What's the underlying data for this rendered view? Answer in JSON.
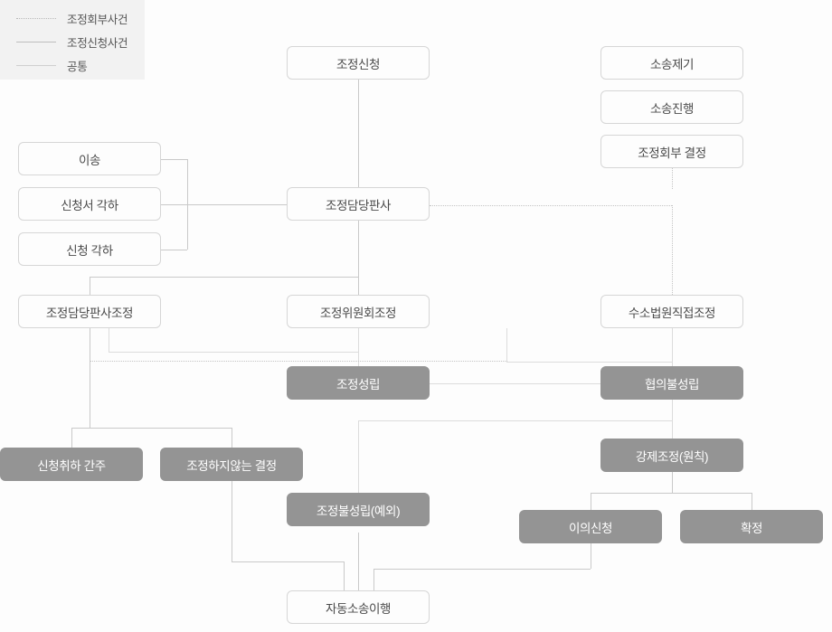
{
  "legend": {
    "items": [
      {
        "label": "조정회부사건",
        "style": "dotted"
      },
      {
        "label": "조정신청사건",
        "style": "solid"
      },
      {
        "label": "공통",
        "style": "common"
      }
    ]
  },
  "colors": {
    "box_fill_white": "#fdfdfd",
    "box_border": "#d6d6d6",
    "box_fill_gray": "#949494",
    "text_dark": "#4a4a4a",
    "text_light": "#ffffff",
    "line": "#c9c9c9",
    "legend_bg": "#f2f2f2"
  },
  "nodes": {
    "jojeong_sincheong": "조정신청",
    "sosong_jegi": "소송제기",
    "sosong_jinhaeng": "소송진행",
    "jojeong_hoebu_gyeoljeong": "조정회부 결정",
    "isong": "이송",
    "sincheongseo_gakha": "신청서 각하",
    "sincheong_gakha": "신청 각하",
    "jojeong_damdang_pansa": "조정담당판사",
    "jojeong_damdang_pansa_jojeong": "조정담당판사조정",
    "jojeong_wiwonhoe_jojeong": "조정위원회조정",
    "susobeobwon_jikjeop_jojeong": "수소법원직접조정",
    "jojeong_seongnip": "조정성립",
    "hyeobui_bulseongnip": "협의불성립",
    "sincheong_chwiha_ganju": "신청취하 간주",
    "jojeong_haji_anhneun_gyeoljeong": "조정하지않는 결정",
    "gangje_jojeong_wonchik": "강제조정(원칙)",
    "jojeong_bulseongnip_yeooe": "조정불성립(예외)",
    "uiui_sincheong": "이의신청",
    "hwakjeong": "확정",
    "jadong_sosong_ihaeng": "자동소송이행"
  }
}
